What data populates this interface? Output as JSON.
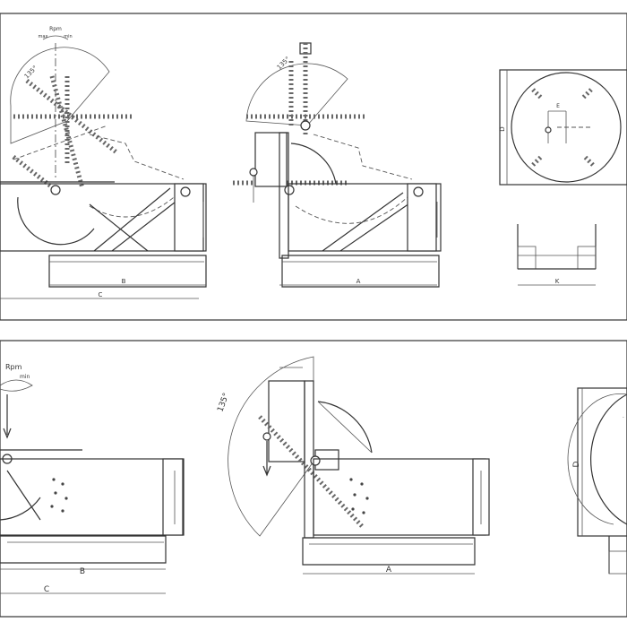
{
  "panel_top": {
    "view1": {
      "rpm_label": "Rpm",
      "rpm_sub_left": "max",
      "rpm_sub_right": "min",
      "angle_label": "135°",
      "dim_b": "B",
      "dim_c": "C"
    },
    "view2": {
      "angle_label": "135°",
      "dim_a": "A"
    },
    "view3": {
      "dim_d": "D",
      "dim_e": "E",
      "dim_k": "K"
    }
  },
  "panel_bottom": {
    "view1": {
      "rpm_label": "Rpm",
      "rpm_sub": "min",
      "dim_b": "B",
      "dim_c": "C"
    },
    "view2": {
      "angle_label": "135°",
      "dim_a": "A"
    },
    "view3": {
      "dim_d": "D"
    }
  }
}
